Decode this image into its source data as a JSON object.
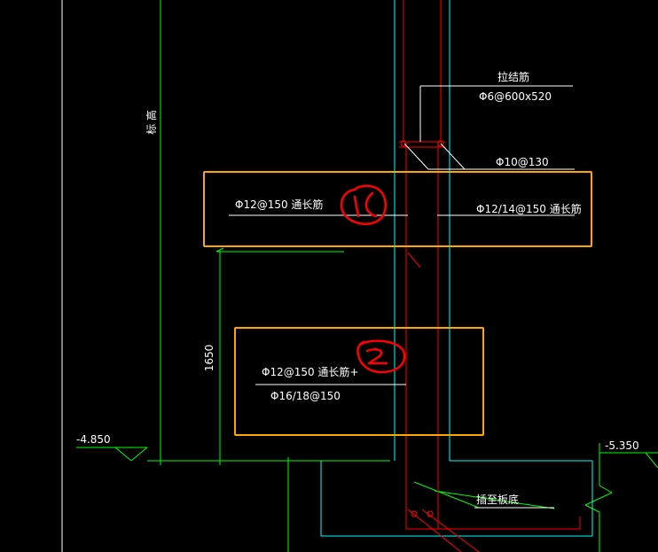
{
  "drawing": {
    "background": "#000000",
    "colors": {
      "green": "#00ff00",
      "cyan": "#00ffff",
      "red": "#ff0000",
      "white": "#ffffff",
      "orange": "#ffa500",
      "annotation_red": "#ff0000"
    },
    "labels": {
      "vertical_label": "标 高",
      "tie_bar_title": "拉结筋",
      "tie_bar_spec": "Φ6@600x520",
      "stirrup_spec": "Φ10@130",
      "upper_left_rebar": "Φ12@150 通长筋",
      "upper_right_rebar": "Φ12/14@150 通长筋",
      "lower_top_rebar": "Φ12@150 通长筋+",
      "lower_bottom_rebar": "Φ16/18@150",
      "dimension_1650": "1650",
      "elevation_left": "-4.850",
      "elevation_right": "-5.350",
      "anchor_note": "插至板底"
    },
    "annotations": {
      "handwritten_1": "①",
      "handwritten_2": "②"
    }
  }
}
